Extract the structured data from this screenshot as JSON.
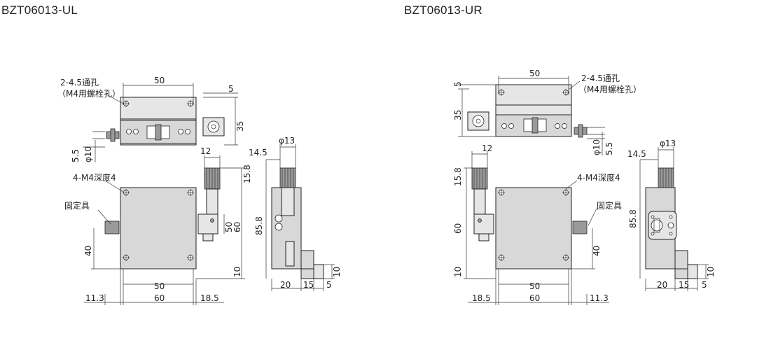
{
  "models": {
    "left": {
      "title": "BZT06013-UL"
    },
    "right": {
      "title": "BZT06013-UR"
    }
  },
  "labels": {
    "through_hole": "2-4.5通孔",
    "through_hole_note": "（M4用螺栓孔）",
    "tapped_holes": "4-M4深度4",
    "lock": "固定具"
  },
  "dims": {
    "d50": "50",
    "d5": "5",
    "d35": "35",
    "d5_5": "5.5",
    "phi10": "φ10",
    "d12": "12",
    "d15_8": "15.8",
    "d60": "60",
    "d40": "40",
    "d10": "10",
    "d11_3": "11.3",
    "d18_5": "18.5",
    "d14_5": "14.5",
    "phi13": "φ13",
    "d85_8": "85.8",
    "d20": "20",
    "d15": "15"
  },
  "colors": {
    "body": "#d8d8d8",
    "line": "#222222"
  }
}
